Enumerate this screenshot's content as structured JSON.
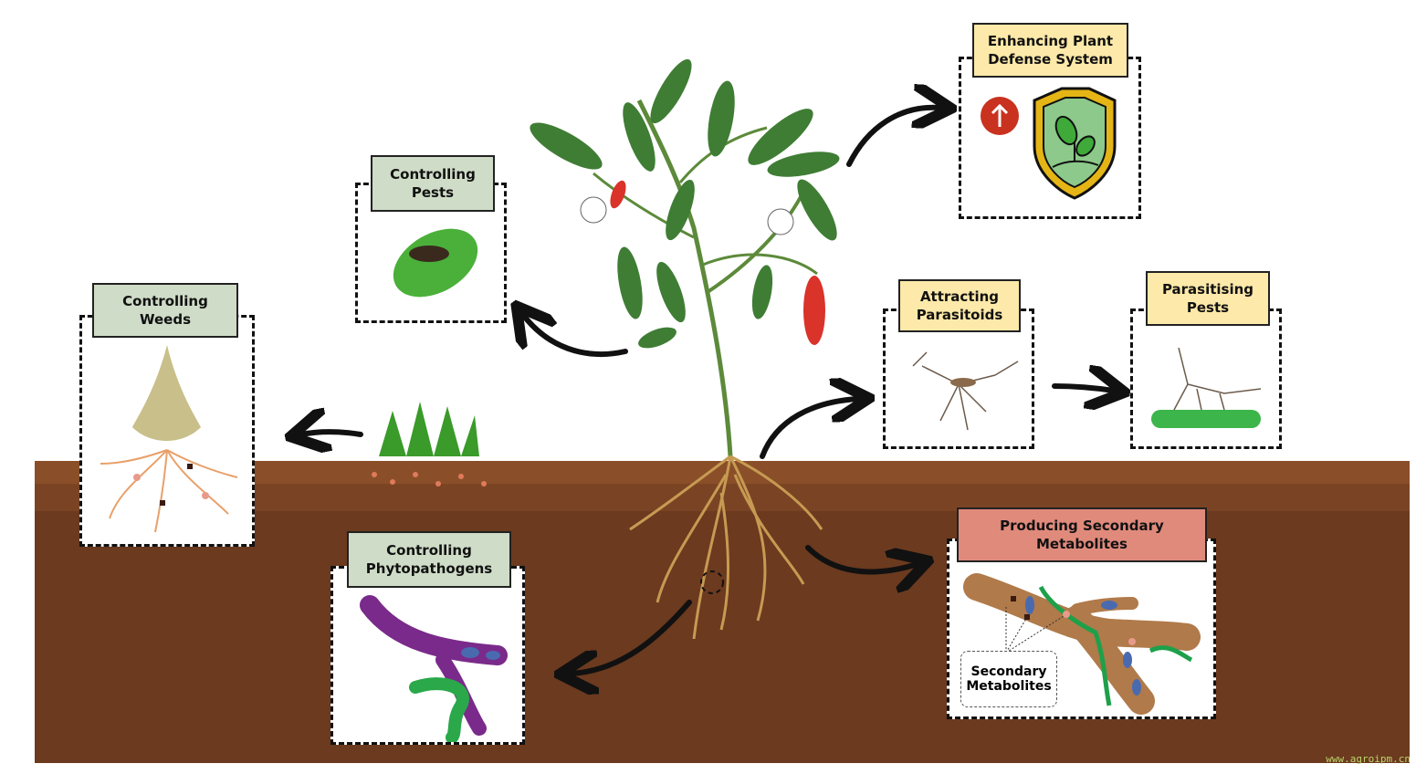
{
  "diagram": {
    "title": "Plant–microbe / biocontrol functions of endophytes",
    "center": "pepper-plant",
    "functions": [
      {
        "id": "controlling-pests",
        "label": "Controlling Pests",
        "color": "#cfdcc7",
        "icon": "leaf-with-caterpillar"
      },
      {
        "id": "controlling-weeds",
        "label": "Controlling Weeds",
        "color": "#cfdcc7",
        "icon": "weed-with-roots"
      },
      {
        "id": "enhancing-defense",
        "label": "Enhancing Plant Defense System",
        "color": "#fde9a9",
        "icon": "shield-with-sprout",
        "indicator": "up-arrow-icon"
      },
      {
        "id": "attracting-parasitoids",
        "label": "Attracting Parasitoids",
        "color": "#fde9a9",
        "icon": "parasitoid-wasp"
      },
      {
        "id": "parasitising-pests",
        "label": "Parasitising Pests",
        "color": "#fde9a9",
        "icon": "wasp-on-caterpillar"
      },
      {
        "id": "controlling-phytopathogens",
        "label": "Controlling Phytopathogens",
        "color": "#cfdcc7",
        "icon": "hyphae-interaction"
      },
      {
        "id": "producing-metabolites",
        "label": "Producing Secondary Metabolites",
        "color": "#e08a7c",
        "icon": "root-with-metabolites",
        "callout": "Secondary Metabolites"
      }
    ],
    "edges": [
      {
        "from": "plant-leaves",
        "to": "controlling-pests"
      },
      {
        "from": "plant-shoot",
        "to": "enhancing-defense"
      },
      {
        "from": "weeds",
        "to": "controlling-weeds"
      },
      {
        "from": "plant-stem-base",
        "to": "attracting-parasitoids"
      },
      {
        "from": "attracting-parasitoids",
        "to": "parasitising-pests"
      },
      {
        "from": "roots",
        "to": "controlling-phytopathogens"
      },
      {
        "from": "roots",
        "to": "producing-metabolites"
      }
    ]
  },
  "labels": {
    "pests_1": "Controlling",
    "pests_2": "Pests",
    "weeds_1": "Controlling",
    "weeds_2": "Weeds",
    "defense_1": "Enhancing Plant",
    "defense_2": "Defense System",
    "attract_1": "Attracting",
    "attract_2": "Parasitoids",
    "parasit_1": "Parasitising",
    "parasit_2": "Pests",
    "phyto_1": "Controlling",
    "phyto_2": "Phytopathogens",
    "metab_1": "Producing Secondary",
    "metab_2": "Metabolites",
    "callout_1": "Secondary",
    "callout_2": "Metabolites"
  },
  "watermark": "www.agroipm.cn"
}
